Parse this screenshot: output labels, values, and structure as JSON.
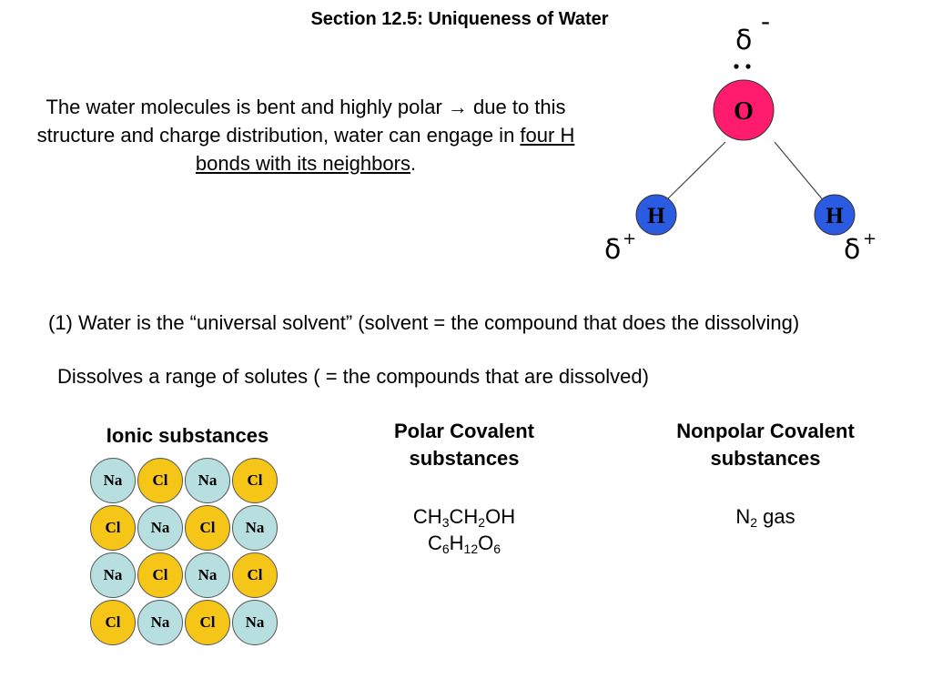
{
  "title": "Section 12.5:  Uniqueness of Water",
  "intro": {
    "text_before": "The water molecules is bent and highly polar → due to this structure and charge distribution, water can engage in ",
    "underlined": "four H bonds with its neighbors",
    "text_after": "."
  },
  "molecule": {
    "oxygen_label": "O",
    "hydrogen_label": "H",
    "oxygen_color": "#ff1c6e",
    "hydrogen_color": "#2a5be0",
    "delta_symbol": "δ",
    "minus": "-",
    "plus": "+"
  },
  "solvent_line": "(1) Water is the “universal solvent” (solvent = the compound that does the dissolving)",
  "solutes_line": "Dissolves a range of solutes ( = the compounds that are dissolved)",
  "columns": {
    "ionic": {
      "heading": "Ionic substances"
    },
    "polar": {
      "heading_line1": "Polar Covalent",
      "heading_line2": "substances"
    },
    "nonpolar": {
      "heading_line1": "Nonpolar Covalent",
      "heading_line2": "substances"
    }
  },
  "formulas": {
    "ethanol": [
      "CH",
      "3",
      "CH",
      "2",
      "OH"
    ],
    "glucose": [
      "C",
      "6",
      "H",
      "12",
      "O",
      "6"
    ],
    "nitrogen": [
      "N",
      "2",
      " gas"
    ]
  },
  "lattice": {
    "rows": [
      [
        "Na",
        "Cl",
        "Na",
        "Cl"
      ],
      [
        "Cl",
        "Na",
        "Cl",
        "Na"
      ],
      [
        "Na",
        "Cl",
        "Na",
        "Cl"
      ],
      [
        "Cl",
        "Na",
        "Cl",
        "Na"
      ]
    ],
    "na_color": "#b8dfe0",
    "cl_color": "#f5c518"
  }
}
